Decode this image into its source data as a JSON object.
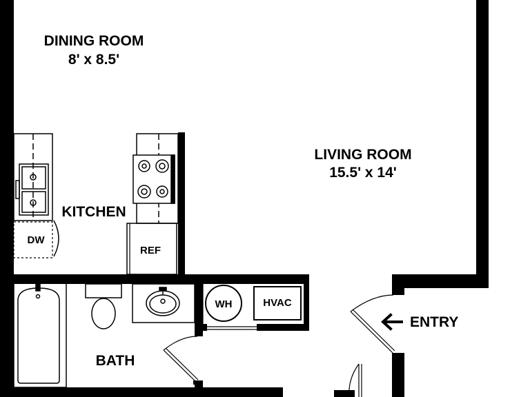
{
  "rooms": {
    "dining": {
      "name": "DINING ROOM",
      "size": "8' x 8.5'"
    },
    "living": {
      "name": "LIVING ROOM",
      "size": "15.5' x 14'"
    },
    "kitchen": {
      "name": "KITCHEN"
    },
    "bath": {
      "name": "BATH"
    }
  },
  "fixtures": {
    "dishwasher": "DW",
    "refrigerator": "REF",
    "water_heater": "WH",
    "hvac": "HVAC"
  },
  "entry": {
    "label": "ENTRY",
    "arrow": "left-arrow-icon"
  },
  "colors": {
    "wall": "#000000",
    "background": "#ffffff"
  }
}
